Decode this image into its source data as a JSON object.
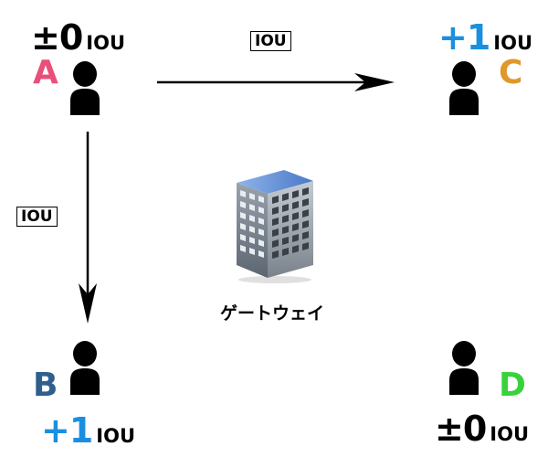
{
  "nodes": {
    "a": {
      "letter": "A",
      "balance": "±0",
      "unit": "IOU"
    },
    "b": {
      "letter": "B",
      "balance": "+1",
      "unit": "IOU"
    },
    "c": {
      "letter": "C",
      "balance": "+1",
      "unit": "IOU"
    },
    "d": {
      "letter": "D",
      "balance": "±0",
      "unit": "IOU"
    }
  },
  "edges": {
    "a_to_c": {
      "label": "IOU"
    },
    "a_to_b": {
      "label": "IOU"
    }
  },
  "gateway": {
    "label": "ゲートウェイ"
  },
  "colors": {
    "letter_a": "#e8507a",
    "letter_b": "#2f5f8f",
    "letter_c": "#e0982a",
    "letter_d": "#3ad23a",
    "positive_balance": "#1a8fe0",
    "zero_balance": "#000000",
    "arrow": "#000000"
  }
}
